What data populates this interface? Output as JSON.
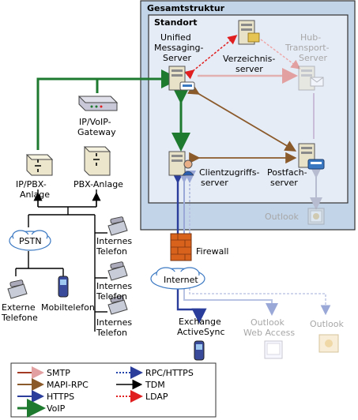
{
  "containers": {
    "forest_label": "Gesamtstruktur",
    "site_label": "Standort"
  },
  "nodes": {
    "um_server": [
      "Unified",
      "Messaging-",
      "Server"
    ],
    "directory_server": [
      "Verzeichnis-",
      "server"
    ],
    "hub_server": [
      "Hub-",
      "Transport-",
      "Server"
    ],
    "client_access": [
      "Clientzugriffs-",
      "server"
    ],
    "mailbox_server": [
      "Postfach-",
      "server"
    ],
    "outlook_inside": "Outlook",
    "voip_gateway": [
      "IP/VoIP-",
      "Gateway"
    ],
    "ip_pbx": [
      "IP/PBX-",
      "Anlage"
    ],
    "pbx": "PBX-Anlage",
    "pstn": "PSTN",
    "firewall": "Firewall",
    "internet": "Internet",
    "external_phone": [
      "Externe",
      "Telefone"
    ],
    "mobile_phone": "Mobiltelefon",
    "internal_phone_1": [
      "Internes",
      "Telefon"
    ],
    "internal_phone_2": [
      "Internes",
      "Telefon"
    ],
    "internal_phone_3": [
      "Internes",
      "Telefon"
    ],
    "activesync": [
      "Exchange",
      "ActiveSync"
    ],
    "owa": [
      "Outlook",
      "Web Access"
    ],
    "outlook_ext": "Outlook"
  },
  "legend": [
    {
      "label": "SMTP",
      "color": "#a33a24",
      "style": "solid"
    },
    {
      "label": "RPC/HTTPS",
      "color": "#2244aa",
      "style": "dotted"
    },
    {
      "label": "MAPI-RPC",
      "color": "#8b5a2b",
      "style": "solid"
    },
    {
      "label": "TDM",
      "color": "#000000",
      "style": "solid"
    },
    {
      "label": "HTTPS",
      "color": "#2a3d9a",
      "style": "solid"
    },
    {
      "label": "LDAP",
      "color": "#e02020",
      "style": "dotted"
    },
    {
      "label": "VoIP",
      "color": "#1e7a2e",
      "style": "solid"
    }
  ],
  "colors": {
    "forest_bg": "#c2d4e8",
    "site_bg": "#e6ecf6",
    "voip": "#1e7a2e",
    "mapi": "#8b5a2b",
    "https": "#2a3d9a",
    "ldap": "#e02020",
    "smtp_faded": "#e2b0b0",
    "gray": "#a7a7a7"
  }
}
